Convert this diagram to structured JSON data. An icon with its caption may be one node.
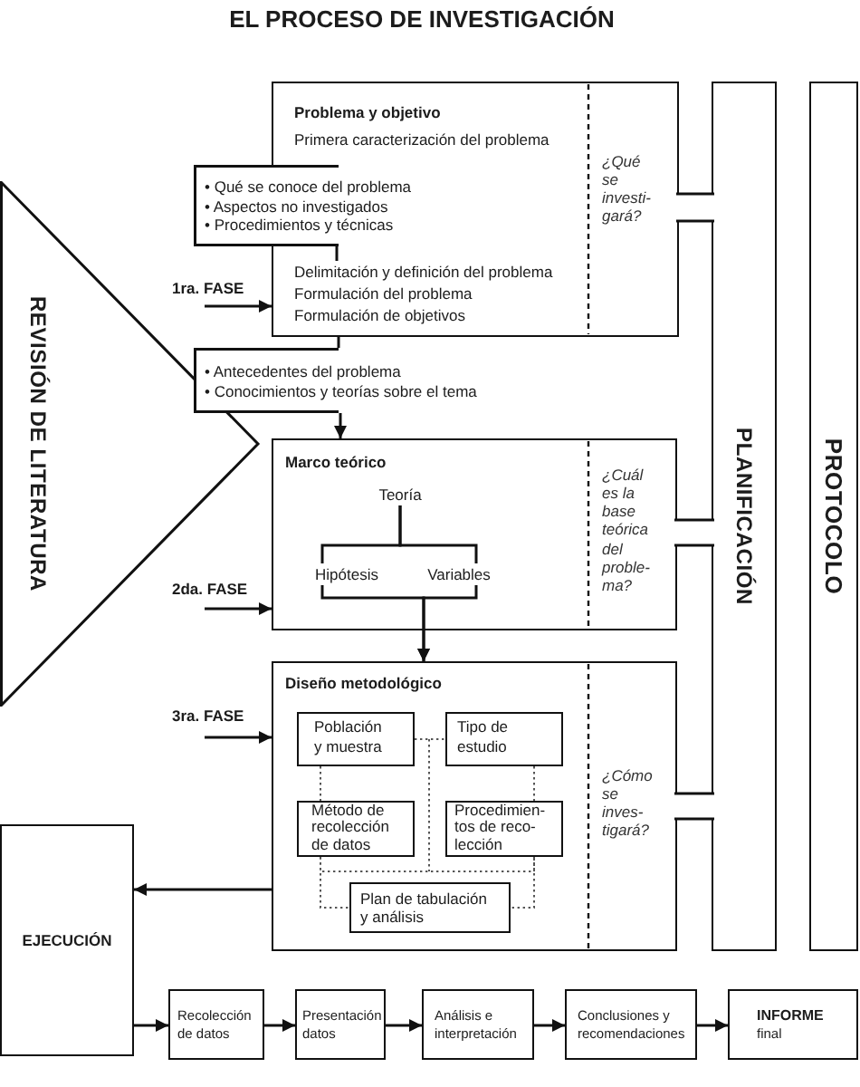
{
  "diagram": {
    "title": "EL PROCESO DE INVESTIGACIÓN",
    "nodes": [
      {
        "text": [
          "Problema y objetivo",
          "Primera caracterización del problema",
          "¿Qué se investi- gará?"
        ]
      },
      {
        "text": [
          "Delimitación y definición del problema",
          "Formulación del problema",
          "Formulación de objetivos"
        ],
        "in": 0
      },
      {
        "text": [
          "PLANIFICACIÓN"
        ]
      },
      {
        "text": [
          "PROTOCOLO"
        ]
      },
      {
        "text": [
          "• Qué se conoce del problema",
          "• Aspectos no investigados",
          "• Procedimientos y técnicas"
        ]
      },
      {
        "text": [
          "REVISIÓN DE LITERATURA"
        ]
      },
      {
        "text": [
          "• Antecedentes del problema",
          "• Conocimientos y teorías sobre el tema"
        ]
      },
      {
        "text": [
          "Marco teórico",
          "¿Cuál es la base teórica del proble- ma?"
        ]
      },
      {
        "text": [
          "Teoría"
        ],
        "in": 7
      },
      {
        "text": [
          "Hipótesis"
        ],
        "in": 7
      },
      {
        "text": [
          "Variables"
        ],
        "in": 7
      },
      {
        "text": [
          "Diseño metodológico",
          "¿Cómo se inves- tigará?"
        ]
      },
      {
        "text": [
          "Población y muestra"
        ],
        "in": 11
      },
      {
        "text": [
          "Tipo de estudio"
        ],
        "in": 11
      },
      {
        "text": [
          "Método de recolección de datos"
        ],
        "in": 11
      },
      {
        "text": [
          "Procedimien- tos de reco- lección"
        ],
        "in": 11
      },
      {
        "text": [
          "Plan de tabulación y análisis"
        ],
        "in": 11
      },
      {
        "text": [
          "EJECUCIÓN"
        ]
      },
      {
        "text": [
          "Recolección de datos"
        ]
      },
      {
        "text": [
          "Presentación datos"
        ]
      },
      {
        "text": [
          "Análisis e interpretación"
        ]
      },
      {
        "text": [
          "Conclusiones y recomendaciones"
        ]
      },
      {
        "text": [
          "INFORME",
          "final"
        ]
      }
    ],
    "edges": [
      {
        "from": null,
        "to": 0,
        "arrow": "to",
        "label": "1ra. FASE"
      },
      {
        "from": 4,
        "to": 1,
        "arrow": "none"
      },
      {
        "from": 0,
        "to": 6,
        "arrow": "none"
      },
      {
        "from": 6,
        "to": 7,
        "arrow": "to"
      },
      {
        "from": null,
        "to": 7,
        "arrow": "to",
        "label": "2da. FASE"
      },
      {
        "from": 8,
        "to": 9,
        "arrow": "none"
      },
      {
        "from": 8,
        "to": 10,
        "arrow": "none"
      },
      {
        "from": 9,
        "to": 11,
        "arrow": "to"
      },
      {
        "from": 10,
        "to": 11,
        "arrow": "to"
      },
      {
        "from": null,
        "to": 11,
        "arrow": "to",
        "label": "3ra. FASE"
      },
      {
        "from": 12,
        "to": 13,
        "arrow": "none",
        "style": "dashed"
      },
      {
        "from": 12,
        "to": 14,
        "arrow": "none",
        "style": "dashed"
      },
      {
        "from": 13,
        "to": 15,
        "arrow": "none",
        "style": "dashed"
      },
      {
        "from": 14,
        "to": 16,
        "arrow": "none",
        "style": "dashed"
      },
      {
        "from": 15,
        "to": 16,
        "arrow": "none",
        "style": "dashed"
      },
      {
        "from": 14,
        "to": 15,
        "arrow": "none",
        "style": "dashed"
      },
      {
        "from": 11,
        "to": 17,
        "arrow": "to"
      },
      {
        "from": 17,
        "to": 18,
        "arrow": "to"
      },
      {
        "from": 18,
        "to": 19,
        "arrow": "to"
      },
      {
        "from": 19,
        "to": 20,
        "arrow": "to"
      },
      {
        "from": 20,
        "to": 21,
        "arrow": "to"
      },
      {
        "from": 21,
        "to": 22,
        "arrow": "to"
      },
      {
        "from": 0,
        "to": 2,
        "arrow": "none"
      },
      {
        "from": 7,
        "to": 2,
        "arrow": "none"
      },
      {
        "from": 11,
        "to": 2,
        "arrow": "none"
      }
    ]
  }
}
